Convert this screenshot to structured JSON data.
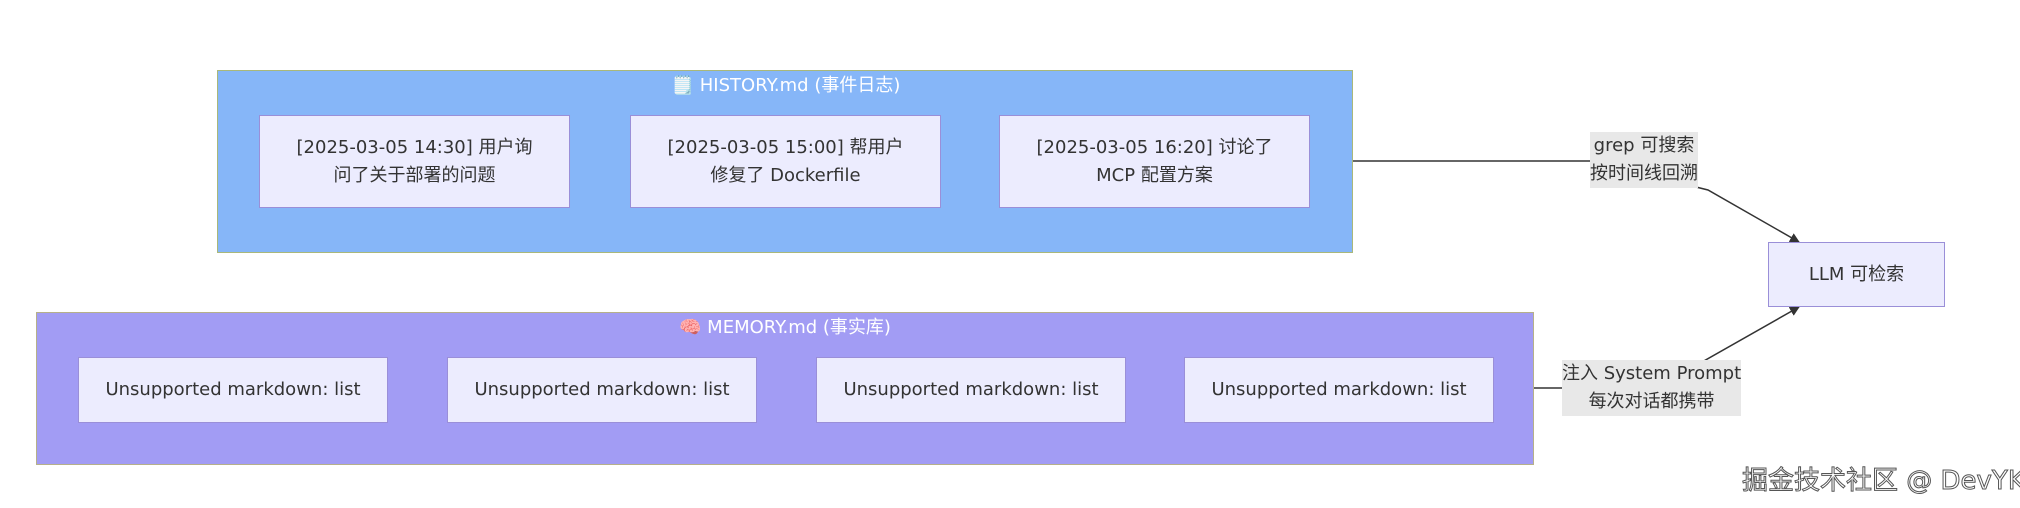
{
  "groups": {
    "history": {
      "title": "🗒️ HISTORY.md (事件日志)",
      "nodes": [
        {
          "line1": "[2025-03-05 14:30] 用户询",
          "line2": "问了关于部署的问题"
        },
        {
          "line1": "[2025-03-05 15:00] 帮用户",
          "line2": "修复了 Dockerfile"
        },
        {
          "line1": "[2025-03-05 16:20] 讨论了",
          "line2": "MCP 配置方案"
        }
      ]
    },
    "memory": {
      "title": "🧠 MEMORY.md (事实库)",
      "nodes": [
        {
          "label": "Unsupported markdown: list"
        },
        {
          "label": "Unsupported markdown: list"
        },
        {
          "label": "Unsupported markdown: list"
        },
        {
          "label": "Unsupported markdown: list"
        }
      ]
    }
  },
  "target": {
    "label": "LLM 可检索"
  },
  "edges": {
    "history_to_llm": {
      "line1": "grep 可搜索",
      "line2": "按时间线回溯"
    },
    "memory_to_llm": {
      "line1": "注入 System Prompt",
      "line2": "每次对话都携带"
    }
  },
  "watermark": "掘金技术社区 @ DevYK",
  "colors": {
    "history_group": "#86b6f8",
    "memory_group": "#a29cf4",
    "node_fill": "#ececfe",
    "node_border": "#9a8fd8",
    "edge": "#333333",
    "edge_label_bg": "#e8e8e8"
  }
}
